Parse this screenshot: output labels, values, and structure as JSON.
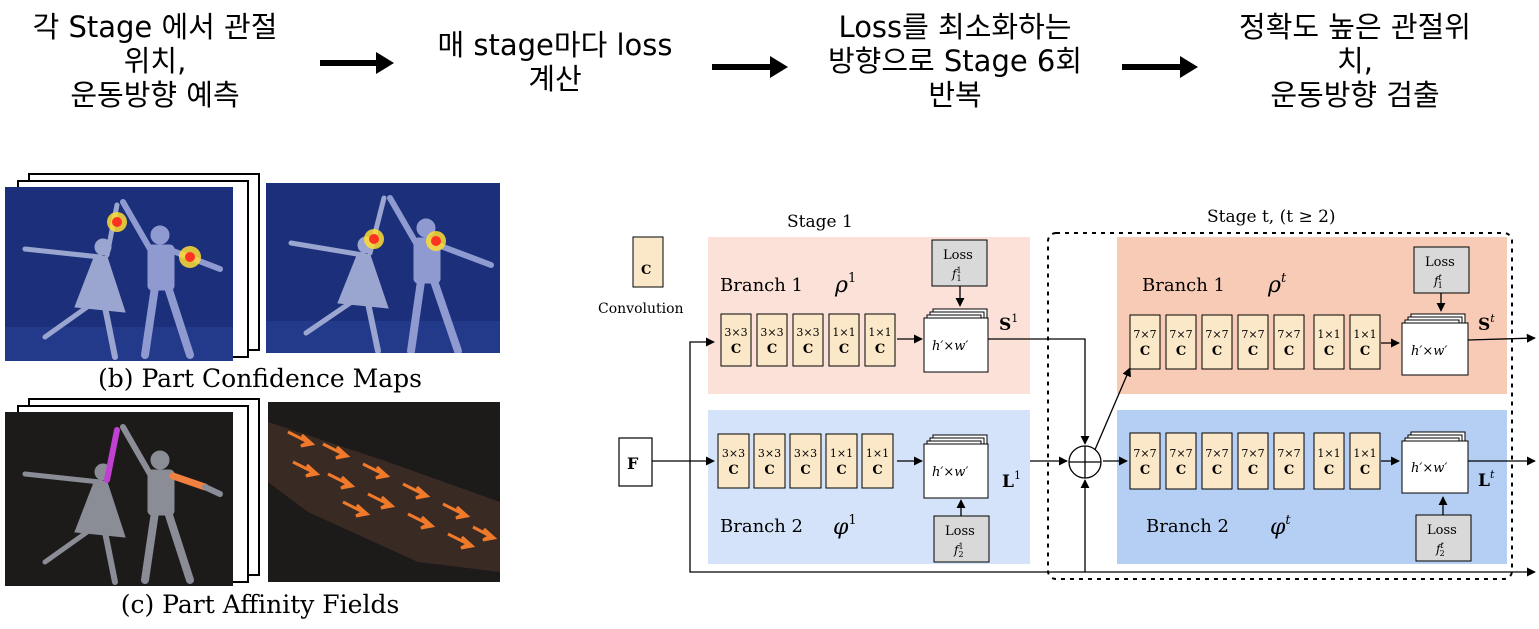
{
  "flow": {
    "step1": "각 Stage 에서 관절\n위치,\n운동방향 예측",
    "step2": "매 stage마다 loss\n계산",
    "step3": "Loss를 최소화하는\n방향으로 Stage 6회\n반복",
    "step4": "정확도 높은 관절위\n치,\n운동방향 검출"
  },
  "captions": {
    "confidence": "(b) Part Confidence Maps",
    "affinity": "(c) Part Affinity Fields"
  },
  "diagram": {
    "stage1_title": "Stage 1",
    "staget_title": "Stage t, (t ≥ 2)",
    "convolution_symbol": "C",
    "convolution_label": "Convolution",
    "input_label": "F",
    "branch1_label": "Branch 1",
    "branch2_label": "Branch 2",
    "rho": "ρ",
    "phi": "φ",
    "sup1": "1",
    "supt": "t",
    "loss_label": "Loss",
    "output_dims": "h′×w′",
    "S_label": "S",
    "L_label": "L",
    "conv_3x3": "3×3",
    "conv_1x1": "1×1",
    "conv_7x7": "7×7",
    "f1": "f",
    "f2": "f"
  },
  "colors": {
    "stage1_branch1_bg": "#fbe1d8",
    "stage1_branch2_bg": "#d4e3f9",
    "staget_branch1_bg": "#f8cbb6",
    "staget_branch2_bg": "#b5cef3",
    "conv_fill": "#fbe8c8",
    "loss_fill": "#d9d9d9",
    "photo_bg": "#1c2f7a",
    "paf_bg": "#1d1a1a",
    "paf_arrow": "#f07a2a"
  }
}
